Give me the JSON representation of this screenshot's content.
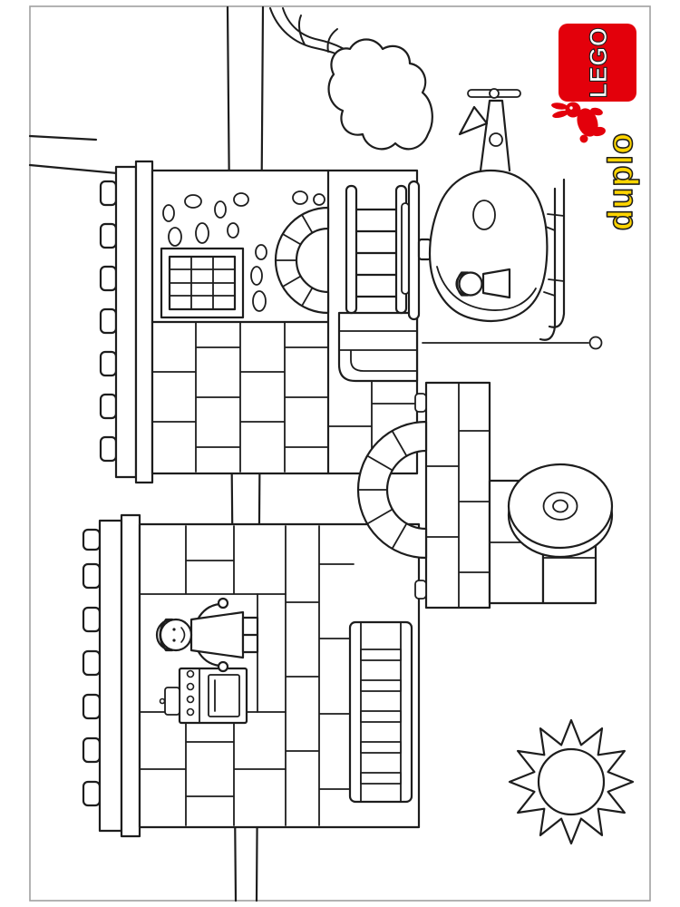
{
  "page": {
    "background_color": "#ffffff",
    "border_color": "#a0a0a0",
    "line_color": "#1d1d1d"
  },
  "branding": {
    "lego_logo": {
      "text": "LEGO",
      "box_color": "#e3000b",
      "text_color": "#ffffff",
      "outline_color": "#1d1d1d"
    },
    "duplo_logo": {
      "text": "duplo",
      "text_color": "#ffd500",
      "outline_color": "#1d1d1d",
      "rabbit_color": "#e3000b"
    }
  },
  "scene": {
    "elements": [
      "road",
      "tree-branch",
      "cloud",
      "sun",
      "stone-station-building",
      "jail-window",
      "stone-archway",
      "ladder",
      "duplo-house-building",
      "duplo-figure",
      "oven",
      "fence",
      "brick-archway",
      "round-plate",
      "helicopter",
      "pilot-figure",
      "lego-logo",
      "duplo-logo"
    ]
  }
}
